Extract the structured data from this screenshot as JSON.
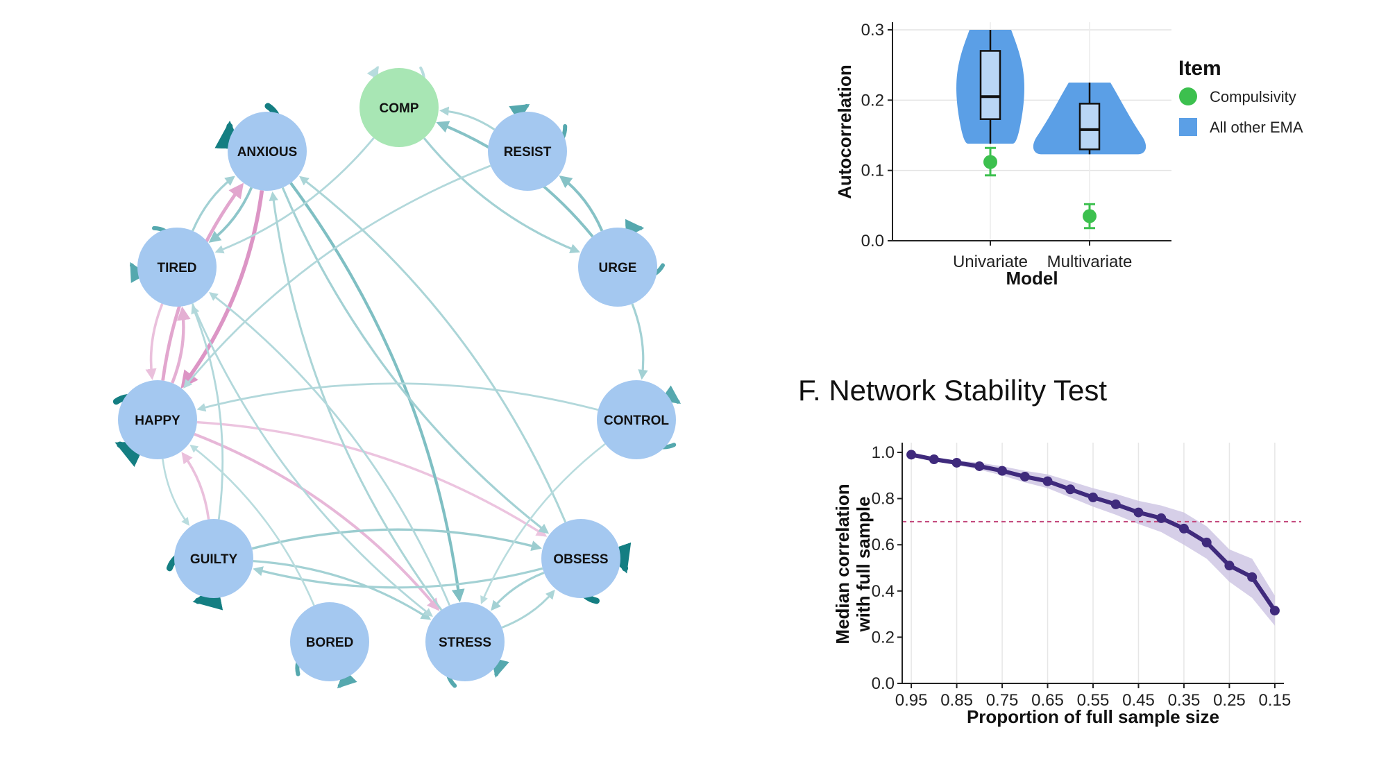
{
  "network": {
    "nodes": [
      {
        "id": "COMP",
        "label": "COMP"
      },
      {
        "id": "RESIST",
        "label": "RESIST"
      },
      {
        "id": "URGE",
        "label": "URGE"
      },
      {
        "id": "CONTROL",
        "label": "CONTROL"
      },
      {
        "id": "OBSESS",
        "label": "OBSESS"
      },
      {
        "id": "STRESS",
        "label": "STRESS"
      },
      {
        "id": "BORED",
        "label": "BORED"
      },
      {
        "id": "GUILTY",
        "label": "GUILTY"
      },
      {
        "id": "HAPPY",
        "label": "HAPPY"
      },
      {
        "id": "TIRED",
        "label": "TIRED"
      },
      {
        "id": "ANXIOUS",
        "label": "ANXIOUS"
      }
    ],
    "colors": {
      "node": "#a4c8f0",
      "comp_node": "#a8e6b4",
      "positive_edge": "#3e9ea4",
      "negative_edge": "#d98cc0",
      "self_loop_strong": "#147e82",
      "self_loop_medium": "#55a8ae",
      "self_loop_weak": "#b7dcde"
    },
    "self_loops": [
      {
        "node": "COMP",
        "strength": "weak"
      },
      {
        "node": "RESIST",
        "strength": "medium"
      },
      {
        "node": "URGE",
        "strength": "medium"
      },
      {
        "node": "CONTROL",
        "strength": "medium"
      },
      {
        "node": "OBSESS",
        "strength": "strong"
      },
      {
        "node": "STRESS",
        "strength": "medium"
      },
      {
        "node": "BORED",
        "strength": "medium"
      },
      {
        "node": "GUILTY",
        "strength": "strong"
      },
      {
        "node": "HAPPY",
        "strength": "strong"
      },
      {
        "node": "TIRED",
        "strength": "medium"
      },
      {
        "node": "ANXIOUS",
        "strength": "strong"
      }
    ],
    "edges": [
      {
        "from": "ANXIOUS",
        "to": "HAPPY",
        "sign": "negative",
        "weight": 0.9
      },
      {
        "from": "HAPPY",
        "to": "ANXIOUS",
        "sign": "negative",
        "weight": 0.7
      },
      {
        "from": "HAPPY",
        "to": "TIRED",
        "sign": "negative",
        "weight": 0.6
      },
      {
        "from": "TIRED",
        "to": "HAPPY",
        "sign": "negative",
        "weight": 0.4
      },
      {
        "from": "HAPPY",
        "to": "STRESS",
        "sign": "negative",
        "weight": 0.5
      },
      {
        "from": "HAPPY",
        "to": "OBSESS",
        "sign": "negative",
        "weight": 0.35
      },
      {
        "from": "GUILTY",
        "to": "HAPPY",
        "sign": "negative",
        "weight": 0.4
      },
      {
        "from": "ANXIOUS",
        "to": "TIRED",
        "sign": "positive",
        "weight": 0.45
      },
      {
        "from": "TIRED",
        "to": "ANXIOUS",
        "sign": "positive",
        "weight": 0.3
      },
      {
        "from": "ANXIOUS",
        "to": "STRESS",
        "sign": "positive",
        "weight": 0.55
      },
      {
        "from": "ANXIOUS",
        "to": "OBSESS",
        "sign": "positive",
        "weight": 0.3
      },
      {
        "from": "URGE",
        "to": "COMP",
        "sign": "positive",
        "weight": 0.5
      },
      {
        "from": "URGE",
        "to": "RESIST",
        "sign": "positive",
        "weight": 0.5
      },
      {
        "from": "COMP",
        "to": "URGE",
        "sign": "positive",
        "weight": 0.3
      },
      {
        "from": "RESIST",
        "to": "COMP",
        "sign": "positive",
        "weight": 0.25
      },
      {
        "from": "URGE",
        "to": "CONTROL",
        "sign": "positive",
        "weight": 0.3
      },
      {
        "from": "RESIST",
        "to": "HAPPY",
        "sign": "positive",
        "weight": 0.2
      },
      {
        "from": "CONTROL",
        "to": "HAPPY",
        "sign": "positive",
        "weight": 0.2
      },
      {
        "from": "COMP",
        "to": "TIRED",
        "sign": "positive",
        "weight": 0.2
      },
      {
        "from": "GUILTY",
        "to": "OBSESS",
        "sign": "positive",
        "weight": 0.35
      },
      {
        "from": "GUILTY",
        "to": "STRESS",
        "sign": "positive",
        "weight": 0.3
      },
      {
        "from": "OBSESS",
        "to": "STRESS",
        "sign": "positive",
        "weight": 0.3
      },
      {
        "from": "STRESS",
        "to": "OBSESS",
        "sign": "positive",
        "weight": 0.25
      },
      {
        "from": "OBSESS",
        "to": "GUILTY",
        "sign": "positive",
        "weight": 0.3
      },
      {
        "from": "OBSESS",
        "to": "ANXIOUS",
        "sign": "positive",
        "weight": 0.25
      },
      {
        "from": "STRESS",
        "to": "ANXIOUS",
        "sign": "positive",
        "weight": 0.25
      },
      {
        "from": "STRESS",
        "to": "TIRED",
        "sign": "positive",
        "weight": 0.2
      },
      {
        "from": "GUILTY",
        "to": "TIRED",
        "sign": "positive",
        "weight": 0.2
      },
      {
        "from": "BORED",
        "to": "HAPPY",
        "sign": "positive",
        "weight": 0.15
      },
      {
        "from": "CONTROL",
        "to": "STRESS",
        "sign": "positive",
        "weight": 0.15
      },
      {
        "from": "TIRED",
        "to": "STRESS",
        "sign": "positive",
        "weight": 0.2
      },
      {
        "from": "HAPPY",
        "to": "GUILTY",
        "sign": "positive",
        "weight": 0.15
      }
    ]
  },
  "violin": {
    "chart_data": {
      "type": "violin",
      "title": "",
      "xlabel": "Model",
      "ylabel": "Autocorrelation",
      "categories": [
        "Univariate",
        "Multivariate"
      ],
      "ylim": [
        0,
        0.3
      ],
      "yticks": [
        "0.0",
        "0.1",
        "0.2",
        "0.3"
      ],
      "ytick_values": [
        0,
        0.1,
        0.2,
        0.3
      ],
      "grid": true,
      "legend_title": "Item",
      "legend_position": "right",
      "series": [
        {
          "name": "All other EMA",
          "color": "#5b9fe6",
          "violins": [
            {
              "category": "Univariate",
              "min": 0.138,
              "q1": 0.173,
              "median": 0.205,
              "q3": 0.27,
              "max": 0.3
            },
            {
              "category": "Multivariate",
              "min": 0.123,
              "q1": 0.13,
              "median": 0.158,
              "q3": 0.195,
              "max": 0.225
            }
          ]
        },
        {
          "name": "Compulsivity",
          "color": "#3cc04e",
          "points": [
            {
              "category": "Univariate",
              "value": 0.112,
              "low": 0.093,
              "high": 0.132
            },
            {
              "category": "Multivariate",
              "value": 0.035,
              "low": 0.018,
              "high": 0.052
            }
          ]
        }
      ]
    }
  },
  "stability": {
    "title": "F. Network Stability Test",
    "chart_data": {
      "type": "line",
      "title": "",
      "xlabel": "Proportion of full sample size",
      "ylabel": "Median correlation with full sample",
      "xticks": [
        "0.95",
        "0.85",
        "0.75",
        "0.65",
        "0.55",
        "0.45",
        "0.35",
        "0.25",
        "0.15"
      ],
      "xtick_values": [
        0.95,
        0.85,
        0.75,
        0.65,
        0.55,
        0.45,
        0.35,
        0.25,
        0.15
      ],
      "xlim": [
        0.97,
        0.13
      ],
      "ylim": [
        0,
        1.0
      ],
      "yticks": [
        "0.0",
        "0.2",
        "0.4",
        "0.6",
        "0.8",
        "1.0"
      ],
      "ytick_values": [
        0,
        0.2,
        0.4,
        0.6,
        0.8,
        1.0
      ],
      "reference_line": 0.7,
      "colors": {
        "line": "#3f2a7c",
        "band": "#c8bfe0",
        "reference": "#c2457a"
      },
      "x": [
        0.95,
        0.9,
        0.85,
        0.8,
        0.75,
        0.7,
        0.65,
        0.6,
        0.55,
        0.5,
        0.45,
        0.4,
        0.35,
        0.3,
        0.25,
        0.2,
        0.15
      ],
      "y": [
        0.99,
        0.97,
        0.955,
        0.94,
        0.92,
        0.895,
        0.875,
        0.84,
        0.805,
        0.775,
        0.74,
        0.715,
        0.67,
        0.61,
        0.51,
        0.46,
        0.315
      ],
      "band_low": [
        0.985,
        0.965,
        0.945,
        0.925,
        0.9,
        0.87,
        0.845,
        0.805,
        0.765,
        0.73,
        0.69,
        0.655,
        0.6,
        0.54,
        0.44,
        0.37,
        0.25
      ],
      "band_high": [
        0.995,
        0.98,
        0.965,
        0.955,
        0.94,
        0.92,
        0.905,
        0.875,
        0.845,
        0.82,
        0.79,
        0.77,
        0.74,
        0.68,
        0.58,
        0.54,
        0.38
      ]
    }
  }
}
